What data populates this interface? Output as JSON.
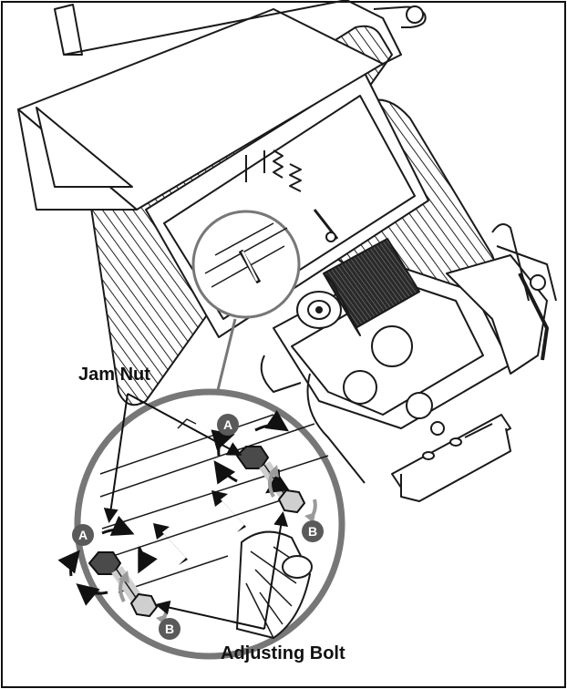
{
  "labels": {
    "jam_nut": "Jam Nut",
    "adjusting_bolt": "Adjusting Bolt"
  },
  "callouts": {
    "a": "A",
    "b": "B"
  },
  "colors": {
    "line": "#1a1a1a",
    "badge": "#5a5a5a",
    "circle_border": "#777777",
    "arrow_gray": "#9a9a9a",
    "nut_dark": "#4a4a4a",
    "nut_light": "#cfcfcf"
  }
}
